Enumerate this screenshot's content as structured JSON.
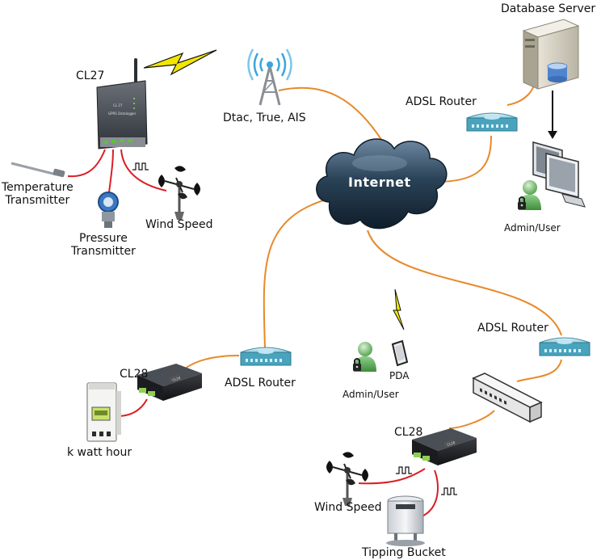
{
  "labels": {
    "database_server": "Database Server",
    "adsl_router_top": "ADSL Router",
    "adsl_router_right": "ADSL Router",
    "adsl_router_mid": "ADSL Router",
    "cl27": "CL27",
    "cl27_device_text": "CL 27",
    "cl27_device_sub": "GPRS Datalogger",
    "tower_caption": "Dtac, True, AIS",
    "internet": "Internet",
    "temperature_transmitter": "Temperature\nTransmitter",
    "pressure_transmitter": "Pressure\nTransmitter",
    "wind_speed_top": "Wind Speed",
    "admin_user_top": "Admin/User",
    "cl28_left": "CL28",
    "k_watt_hour": "k watt hour",
    "pda": "PDA",
    "admin_user_mid": "Admin/User",
    "cl28_bottom": "CL28",
    "wind_speed_bottom": "Wind Speed",
    "tipping_bucket": "Tipping Bucket"
  },
  "colors": {
    "link_orange": "#E8892A",
    "sensor_red": "#D91F26",
    "lightning_yellow": "#F2E600",
    "router_teal": "#5BB3C9",
    "cloud_dark": "#1E3447",
    "admin_green": "#5CAE5A"
  },
  "icons": [
    "database-server-icon",
    "router-icon",
    "datalogger-icon",
    "radio-tower-icon",
    "cloud-icon",
    "thermometer-probe-icon",
    "pressure-gauge-icon",
    "anemometer-icon",
    "monitor-icon",
    "admin-user-icon",
    "energy-meter-icon",
    "pda-icon",
    "network-switch-icon",
    "rain-gauge-icon",
    "lightning-icon",
    "pulse-signal-icon",
    "lock-icon"
  ]
}
